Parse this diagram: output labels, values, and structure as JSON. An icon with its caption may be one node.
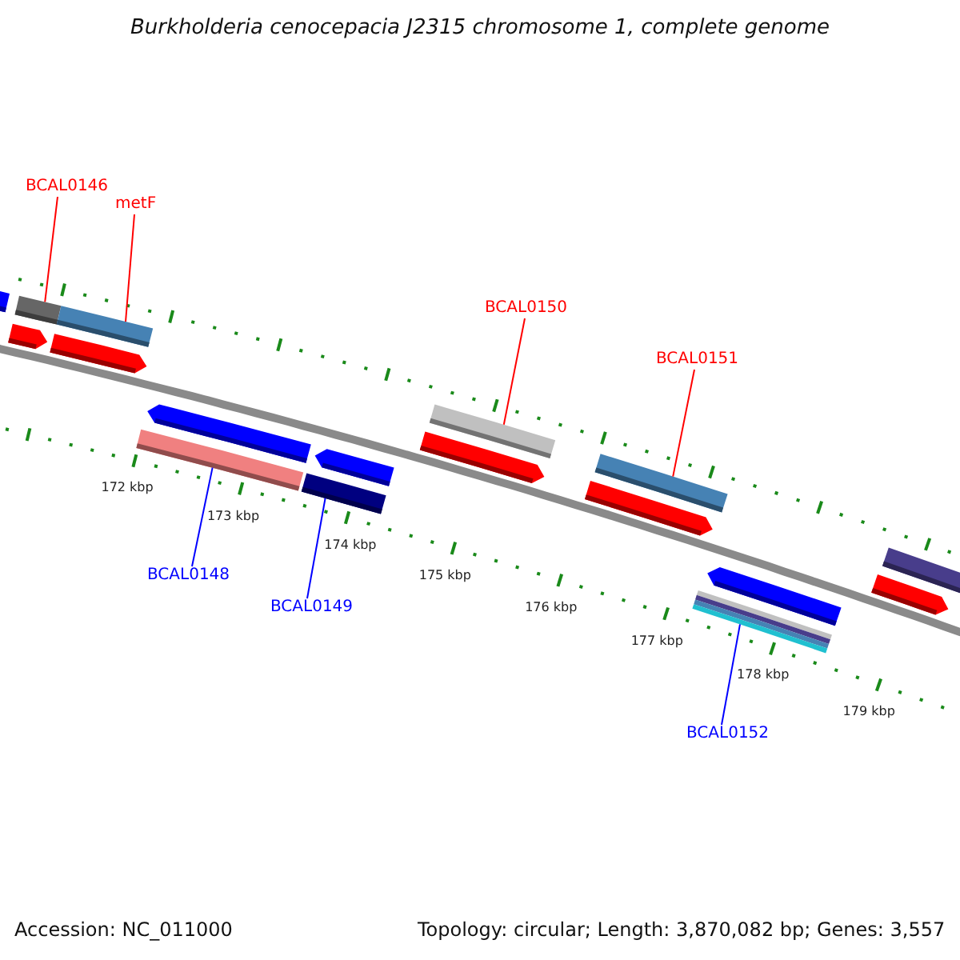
{
  "diagram": {
    "title": "Burkholderia cenocepacia J2315 chromosome 1, complete genome",
    "nodes": [
      {
        "text": [
          "BCAL0146"
        ]
      },
      {
        "text": [],
        "shape": "bar"
      },
      {
        "text": [
          "metF"
        ]
      },
      {
        "text": [],
        "shape": "bar"
      },
      {
        "text": [
          "BCAL0150"
        ]
      },
      {
        "text": [],
        "shape": "bar"
      },
      {
        "text": [
          "BCAL0151"
        ]
      },
      {
        "text": [],
        "shape": "bar"
      },
      {
        "text": [
          "BCAL0148"
        ]
      },
      {
        "text": [],
        "shape": "bar"
      },
      {
        "text": [
          "BCAL0149"
        ]
      },
      {
        "text": [],
        "shape": "bar"
      },
      {
        "text": [
          "BCAL0152"
        ]
      },
      {
        "text": [],
        "shape": "bar"
      },
      {
        "text": [],
        "shape": "arrow"
      },
      {
        "text": [],
        "shape": "arrow"
      },
      {
        "text": [],
        "shape": "arrow"
      },
      {
        "text": [],
        "shape": "arrow"
      },
      {
        "text": [],
        "shape": "arrow"
      },
      {
        "text": [],
        "shape": "arrow"
      },
      {
        "text": [],
        "shape": "arrow"
      },
      {
        "text": [],
        "shape": "arrow"
      },
      {
        "text": [],
        "shape": "arrow"
      },
      {
        "text": [],
        "shape": "bar"
      }
    ],
    "edges": [
      {
        "from": 0,
        "to": 1,
        "arrow": "none",
        "color": "#ff0000"
      },
      {
        "from": 2,
        "to": 3,
        "arrow": "none",
        "color": "#ff0000"
      },
      {
        "from": 4,
        "to": 5,
        "arrow": "none",
        "color": "#ff0000"
      },
      {
        "from": 6,
        "to": 7,
        "arrow": "none",
        "color": "#ff0000"
      },
      {
        "from": 8,
        "to": 9,
        "arrow": "none",
        "color": "#0000ff"
      },
      {
        "from": 10,
        "to": 11,
        "arrow": "none",
        "color": "#0000ff"
      },
      {
        "from": 12,
        "to": 13,
        "arrow": "none",
        "color": "#0000ff"
      }
    ],
    "labels": [
      "172 kbp",
      "173 kbp",
      "174 kbp",
      "175 kbp",
      "176 kbp",
      "177 kbp",
      "178 kbp",
      "179 kbp",
      "Accession: NC_011000",
      "Topology: circular; Length: 3,870,082 bp; Genes: 3,557"
    ]
  }
}
